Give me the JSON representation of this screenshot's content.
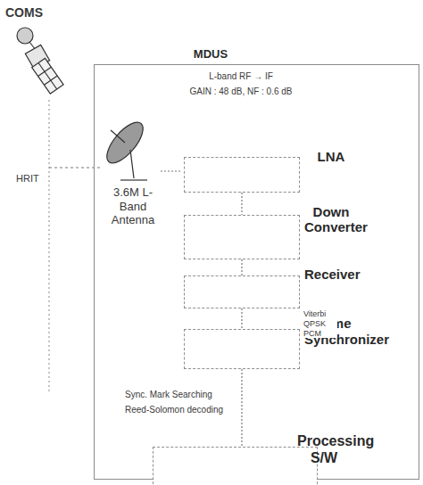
{
  "diagram": {
    "nodes": [
      {
        "text": [
          "MDUS"
        ]
      },
      {
        "text": [
          "LNA"
        ],
        "in": 0
      },
      {
        "text": [
          "Down Converter"
        ],
        "in": 0
      },
      {
        "text": [
          "Receiver"
        ],
        "in": 0
      },
      {
        "text": [
          "Frame Synchronizer"
        ],
        "in": 0
      },
      {
        "text": [
          "Processing S/W"
        ],
        "in": 0
      }
    ],
    "edges": [
      {
        "from": 1,
        "to": 2,
        "arrow": "none"
      },
      {
        "from": 2,
        "to": 3,
        "arrow": "none"
      },
      {
        "from": 3,
        "to": 4,
        "arrow": "none"
      },
      {
        "from": 4,
        "to": 5,
        "arrow": "none"
      }
    ],
    "labels": [
      "COMS",
      "HRIT",
      "L-band RF → IF",
      "GAIN : 48 dB, NF : 0.6 dB",
      "3.6M L-Band Antenna",
      "Viterbi QPSK PCM",
      "Sync. Mark Searching",
      "Reed-Solomon decoding"
    ]
  }
}
